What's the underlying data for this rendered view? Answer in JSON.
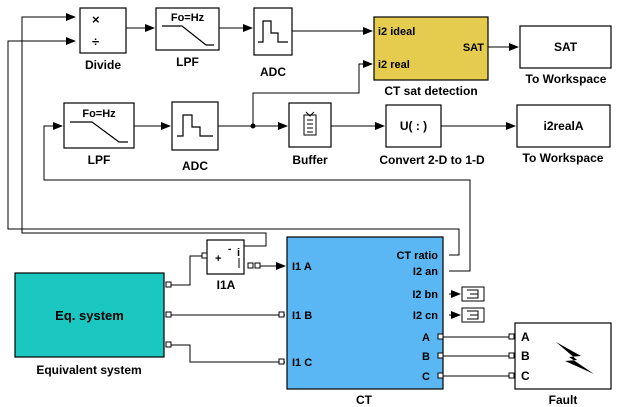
{
  "colors": {
    "background": "#ffffff",
    "ct_sat_fill": "#e5cc4f",
    "ct_fill": "#5ab7f3",
    "eq_system_fill": "#1ac8c1",
    "block_fill": "#ffffff",
    "line": "#000000"
  },
  "blocks": {
    "divide": {
      "label": "Divide",
      "multiply_symbol": "×",
      "divide_symbol": "÷"
    },
    "lpf_top": {
      "label": "LPF",
      "inner_text": "Fo=Hz"
    },
    "adc_top": {
      "label": "ADC"
    },
    "ct_sat": {
      "label": "CT sat detection",
      "in1": "i2 ideal",
      "in2": "i2 real",
      "out": "SAT"
    },
    "to_ws_sat": {
      "label": "To Workspace",
      "inner_text": "SAT"
    },
    "lpf_mid": {
      "label": "LPF",
      "inner_text": "Fo=Hz"
    },
    "adc_mid": {
      "label": "ADC"
    },
    "buffer": {
      "label": "Buffer"
    },
    "convert": {
      "label": "Convert 2-D to 1-D",
      "inner_text": "U( : )"
    },
    "to_ws_i2": {
      "label": "To Workspace",
      "inner_text": "i2realA"
    },
    "i1a": {
      "label": "I1A",
      "plus": "+",
      "minus": "-",
      "i_symbol": "i"
    },
    "eq_system": {
      "label": "Equivalent system",
      "inner_text": "Eq. system"
    },
    "ct": {
      "label": "CT",
      "in1": "I1 A",
      "in2": "I1 B",
      "in3": "I1 C",
      "out1": "CT ratio",
      "out2": "I2 an",
      "out3": "I2 bn",
      "out4": "I2 cn",
      "out5": "A",
      "out6": "B",
      "out7": "C"
    },
    "fault": {
      "label": "Fault",
      "in1": "A",
      "in2": "B",
      "in3": "C"
    }
  }
}
